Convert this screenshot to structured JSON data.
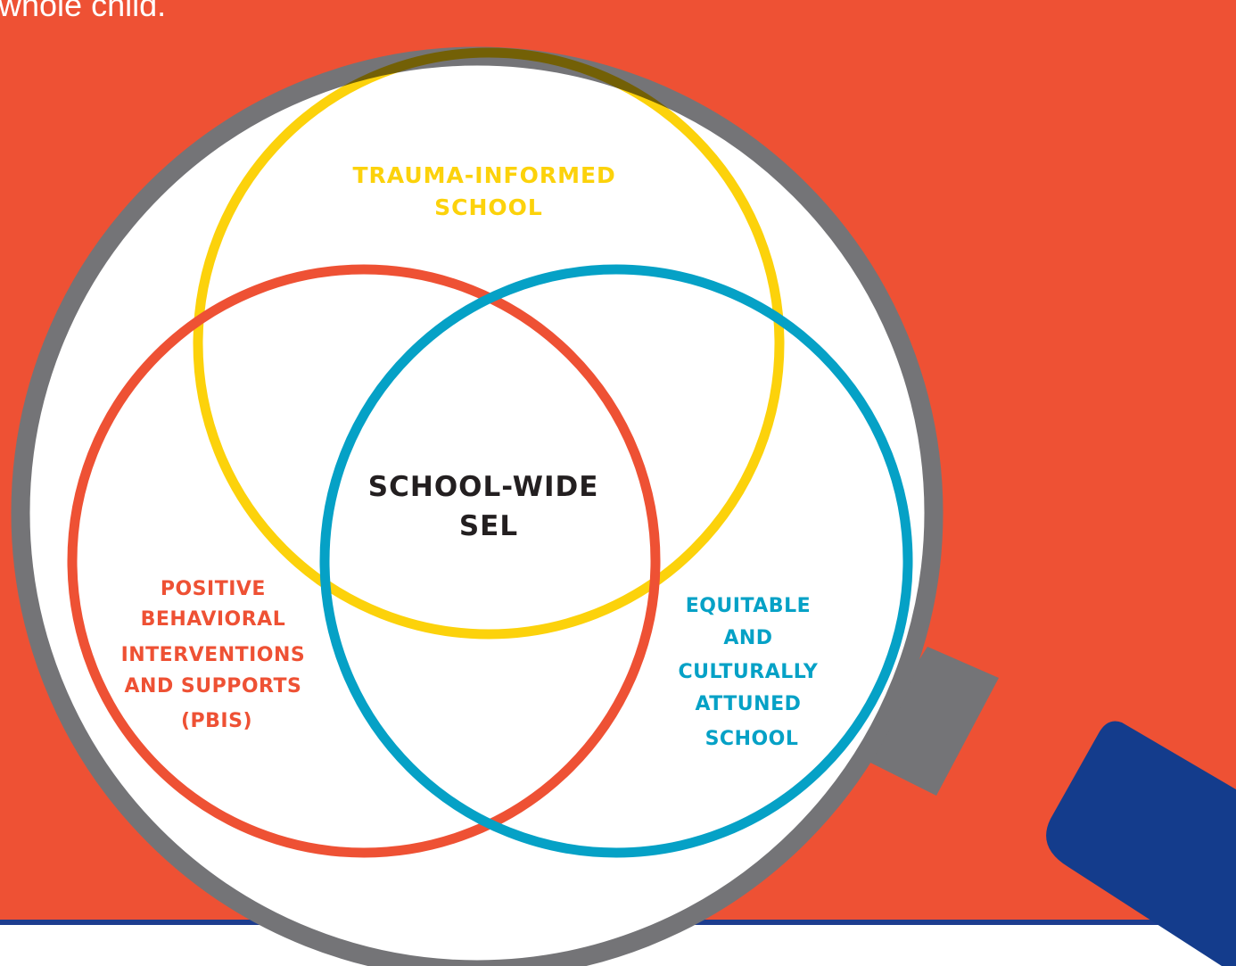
{
  "intro_text": "whole child.",
  "colors": {
    "background": "#ee5134",
    "rule": "#1d3d8f",
    "lens_rim": "#747477",
    "lens": "#ffffff",
    "handle_collar": "#747477",
    "handle_grip": "#143c8c",
    "trauma": "#fcd20b",
    "pbis": "#ee5134",
    "equity": "#05a1c6",
    "center": "#231f20"
  },
  "diagram": {
    "trauma_label": {
      "line1": "TRAUMA-INFORMED",
      "line2": "SCHOOL"
    },
    "center_label": {
      "line1": "SCHOOL-WIDE",
      "line2": "SEL"
    },
    "pbis_label": {
      "line1": "POSITIVE",
      "line2": "BEHAVIORAL",
      "line3": "INTERVENTIONS",
      "line4": "AND SUPPORTS",
      "line5": "(PBIS)"
    },
    "equity_label": {
      "line1": "EQUITABLE",
      "line2": "AND",
      "line3": "CULTURALLY",
      "line4": "ATTUNED",
      "line5": "SCHOOL"
    }
  }
}
